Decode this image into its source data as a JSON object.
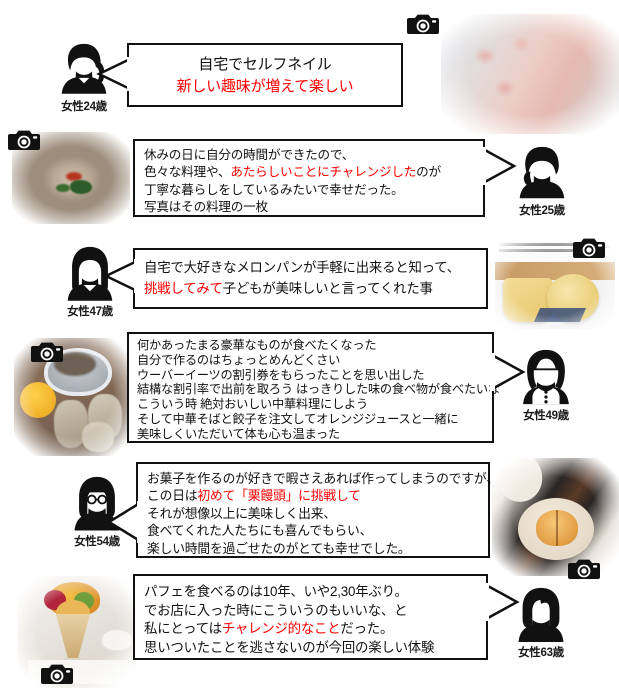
{
  "meta": {
    "highlight_color": "#ff0000",
    "text_color": "#111111",
    "border_color": "#111111",
    "background": "#ffffff"
  },
  "icons": {
    "camera": "camera-icon",
    "avatar": "female-avatar-icon"
  },
  "entries": [
    {
      "id": "entry-1",
      "avatar_label": "女性24歳",
      "avatar_style": "ponytail",
      "bubble_side": "right",
      "photo_caption": "self-nail-photo",
      "lines": [
        [
          {
            "t": "自宅でセルフネイル",
            "hl": false
          }
        ],
        [
          {
            "t": "新しい趣味が増えて楽しい",
            "hl": true
          }
        ]
      ]
    },
    {
      "id": "entry-2",
      "avatar_label": "女性25歳",
      "avatar_style": "side-ponytail",
      "bubble_side": "left",
      "photo_caption": "soup-dish-photo",
      "lines": [
        [
          {
            "t": "休みの日に自分の時間ができたので、",
            "hl": false
          }
        ],
        [
          {
            "t": "色々な料理や、",
            "hl": false
          },
          {
            "t": "あたらしいことにチャレンジした",
            "hl": true
          },
          {
            "t": "のが",
            "hl": false
          }
        ],
        [
          {
            "t": "丁寧な暮らしをしているみたいで幸せだった。",
            "hl": false
          }
        ],
        [
          {
            "t": "写真はその料理の一枚",
            "hl": false
          }
        ]
      ]
    },
    {
      "id": "entry-3",
      "avatar_label": "女性47歳",
      "avatar_style": "long-hair",
      "bubble_side": "right",
      "photo_caption": "melon-bread-photo",
      "lines": [
        [
          {
            "t": "自宅で大好きなメロンパンが手軽に出来ると知って、",
            "hl": false
          }
        ],
        [
          {
            "t": "挑戦してみて",
            "hl": true
          },
          {
            "t": "子どもが美味しいと言ってくれた事",
            "hl": false
          }
        ]
      ]
    },
    {
      "id": "entry-4",
      "avatar_label": "女性49歳",
      "avatar_style": "collar-buttons",
      "bubble_side": "left",
      "photo_caption": "chinese-takeout-photo",
      "lines": [
        [
          {
            "t": "何かあったまる豪華なものが食べたくなった",
            "hl": false
          }
        ],
        [
          {
            "t": "自分で作るのはちょっとめんどくさい",
            "hl": false
          }
        ],
        [
          {
            "t": "ウーバーイーツの割引券をもらったことを思い出した",
            "hl": false
          }
        ],
        [
          {
            "t": "結構な割引率で出前を取ろう はっきりした味の食べ物が食べたいな",
            "hl": false
          }
        ],
        [
          {
            "t": "こういう時 絶対おいしい中華料理にしよう",
            "hl": false
          }
        ],
        [
          {
            "t": "そして中華そばと餃子を注文してオレンジジュースと一緒に",
            "hl": false
          }
        ],
        [
          {
            "t": "美味しくいただいて体も心も温まった",
            "hl": false
          }
        ]
      ]
    },
    {
      "id": "entry-5",
      "avatar_label": "女性54歳",
      "avatar_style": "glasses-bob",
      "bubble_side": "right",
      "photo_caption": "kuri-manju-photo",
      "lines": [
        [
          {
            "t": "お菓子を作るのが好きで暇さえあれば作ってしまうのですが、",
            "hl": false
          }
        ],
        [
          {
            "t": "この日は",
            "hl": false
          },
          {
            "t": "初めて「栗饅頭」に挑戦して",
            "hl": true
          }
        ],
        [
          {
            "t": "それが想像以上に美味しく出来、",
            "hl": false
          }
        ],
        [
          {
            "t": "食べてくれた人たちにも喜んでもらい、",
            "hl": false
          }
        ],
        [
          {
            "t": "楽しい時間を過ごせたのがとても幸せでした。",
            "hl": false
          }
        ]
      ]
    },
    {
      "id": "entry-6",
      "avatar_label": "女性63歳",
      "avatar_style": "bob",
      "bubble_side": "left",
      "photo_caption": "parfait-photo",
      "lines": [
        [
          {
            "t": "パフェを食べるのは10年、いや2,30年ぶり。",
            "hl": false
          }
        ],
        [
          {
            "t": "でお店に入った時にこういうのもいいな、と",
            "hl": false
          }
        ],
        [
          {
            "t": "私にとっては",
            "hl": false
          },
          {
            "t": "チャレンジ的なこと",
            "hl": true
          },
          {
            "t": "だった。",
            "hl": false
          }
        ],
        [
          {
            "t": "思いついたことを逃さないのが今回の楽しい体験",
            "hl": false
          }
        ]
      ]
    }
  ]
}
